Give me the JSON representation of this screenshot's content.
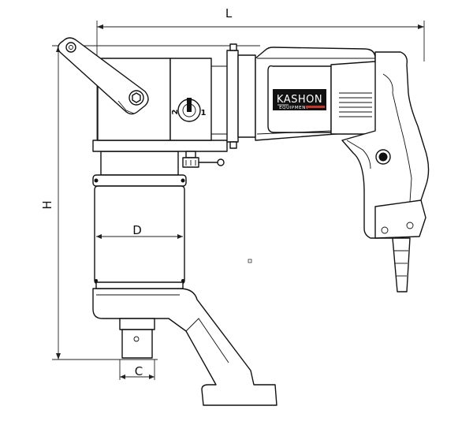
{
  "dimensions": {
    "length_label": "L",
    "height_label": "H",
    "diameter_label": "D",
    "square_drive_label": "C"
  },
  "brand": {
    "name": "KASHON",
    "subtitle": "EQUIPMENT"
  },
  "selector": {
    "position_1": "1",
    "position_2": "2"
  }
}
